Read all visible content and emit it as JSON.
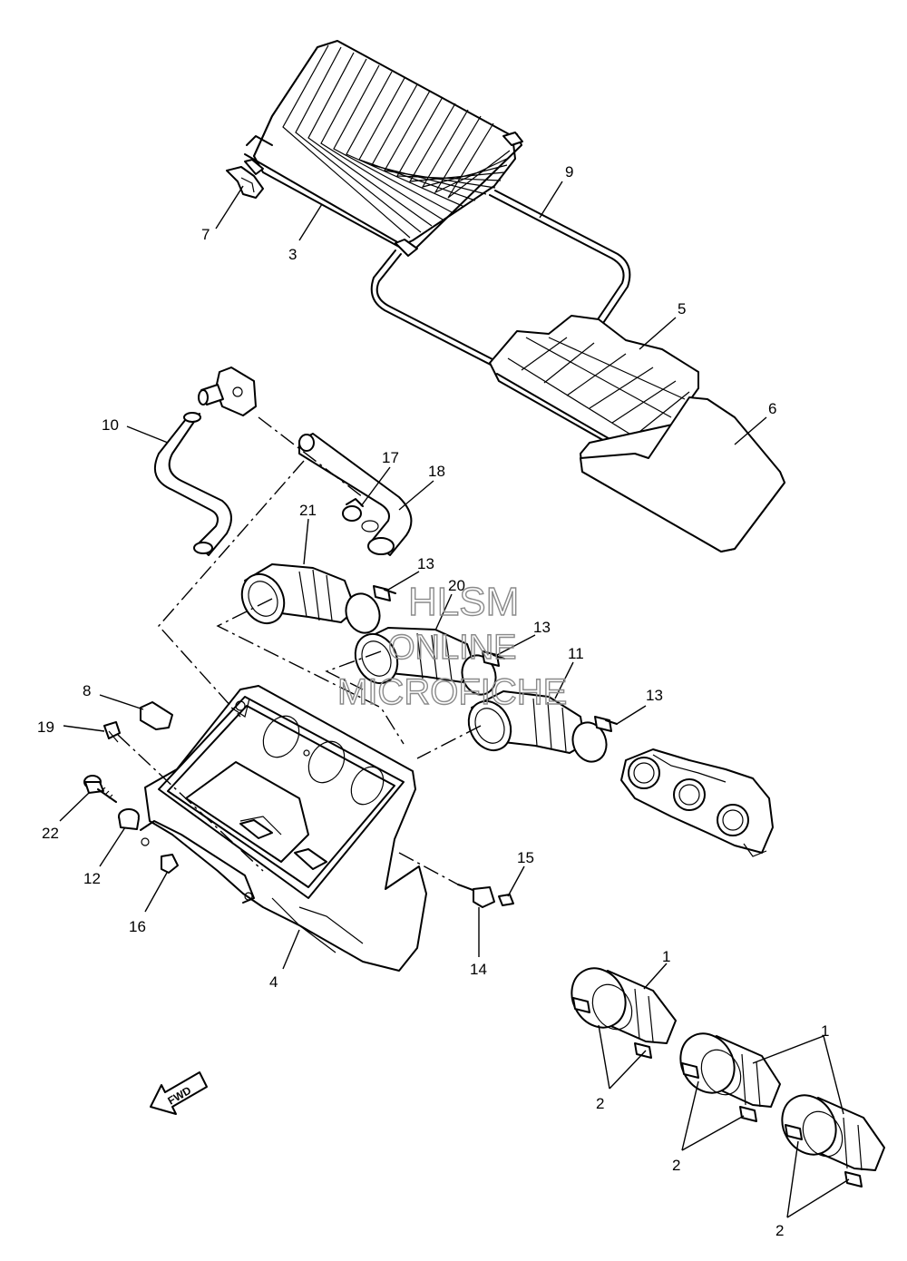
{
  "diagram": {
    "callouts": [
      {
        "key": "c1a",
        "text": "1"
      },
      {
        "key": "c1b",
        "text": "1"
      },
      {
        "key": "c2a",
        "text": "2"
      },
      {
        "key": "c2b",
        "text": "2"
      },
      {
        "key": "c2c",
        "text": "2"
      },
      {
        "key": "c3",
        "text": "3"
      },
      {
        "key": "c4",
        "text": "4"
      },
      {
        "key": "c5",
        "text": "5"
      },
      {
        "key": "c6",
        "text": "6"
      },
      {
        "key": "c7",
        "text": "7"
      },
      {
        "key": "c8",
        "text": "8"
      },
      {
        "key": "c9",
        "text": "9"
      },
      {
        "key": "c10",
        "text": "10"
      },
      {
        "key": "c11",
        "text": "11"
      },
      {
        "key": "c12",
        "text": "12"
      },
      {
        "key": "c13a",
        "text": "13"
      },
      {
        "key": "c13b",
        "text": "13"
      },
      {
        "key": "c13c",
        "text": "13"
      },
      {
        "key": "c14",
        "text": "14"
      },
      {
        "key": "c15",
        "text": "15"
      },
      {
        "key": "c16",
        "text": "16"
      },
      {
        "key": "c17",
        "text": "17"
      },
      {
        "key": "c18",
        "text": "18"
      },
      {
        "key": "c19",
        "text": "19"
      },
      {
        "key": "c20",
        "text": "20"
      },
      {
        "key": "c21",
        "text": "21"
      },
      {
        "key": "c22",
        "text": "22"
      }
    ],
    "fwd_label": "FWD"
  },
  "watermark": {
    "line1": "HLSM",
    "line2": "ONLINE",
    "line3": "MICROFICHE"
  }
}
